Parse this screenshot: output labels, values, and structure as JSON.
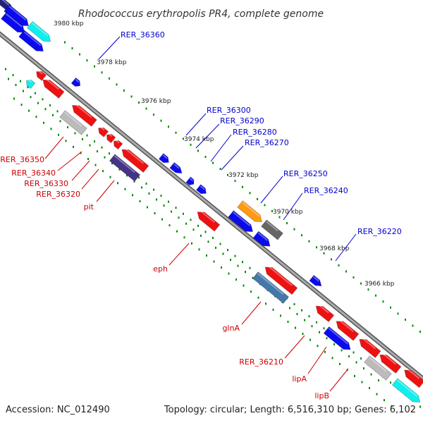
{
  "title": "Rhodococcus erythropolis PR4, complete genome",
  "footer": {
    "accession": "Accession: NC_012490",
    "summary": "Topology: circular; Length: 6,516,310 bp; Genes: 6,102"
  },
  "colors": {
    "forward": "#0000ee",
    "reverse": "#ee0000",
    "tick": "#008800",
    "backbone": "#777777"
  },
  "kbp_marks": [
    "3980 kbp",
    "3978 kbp",
    "3976 kbp",
    "3974 kbp",
    "3972 kbp",
    "3970 kbp",
    "3968 kbp",
    "3966 kbp"
  ],
  "forward_labels": [
    "RER_36360",
    "RER_36300",
    "RER_36290",
    "RER_36280",
    "RER_36270",
    "RER_36250",
    "RER_36240",
    "RER_36220"
  ],
  "reverse_labels": [
    "RER_36350",
    "RER_36340",
    "RER_36330",
    "RER_36320",
    "pit",
    "eph",
    "glnA",
    "RER_36210",
    "lipA",
    "lipB"
  ]
}
